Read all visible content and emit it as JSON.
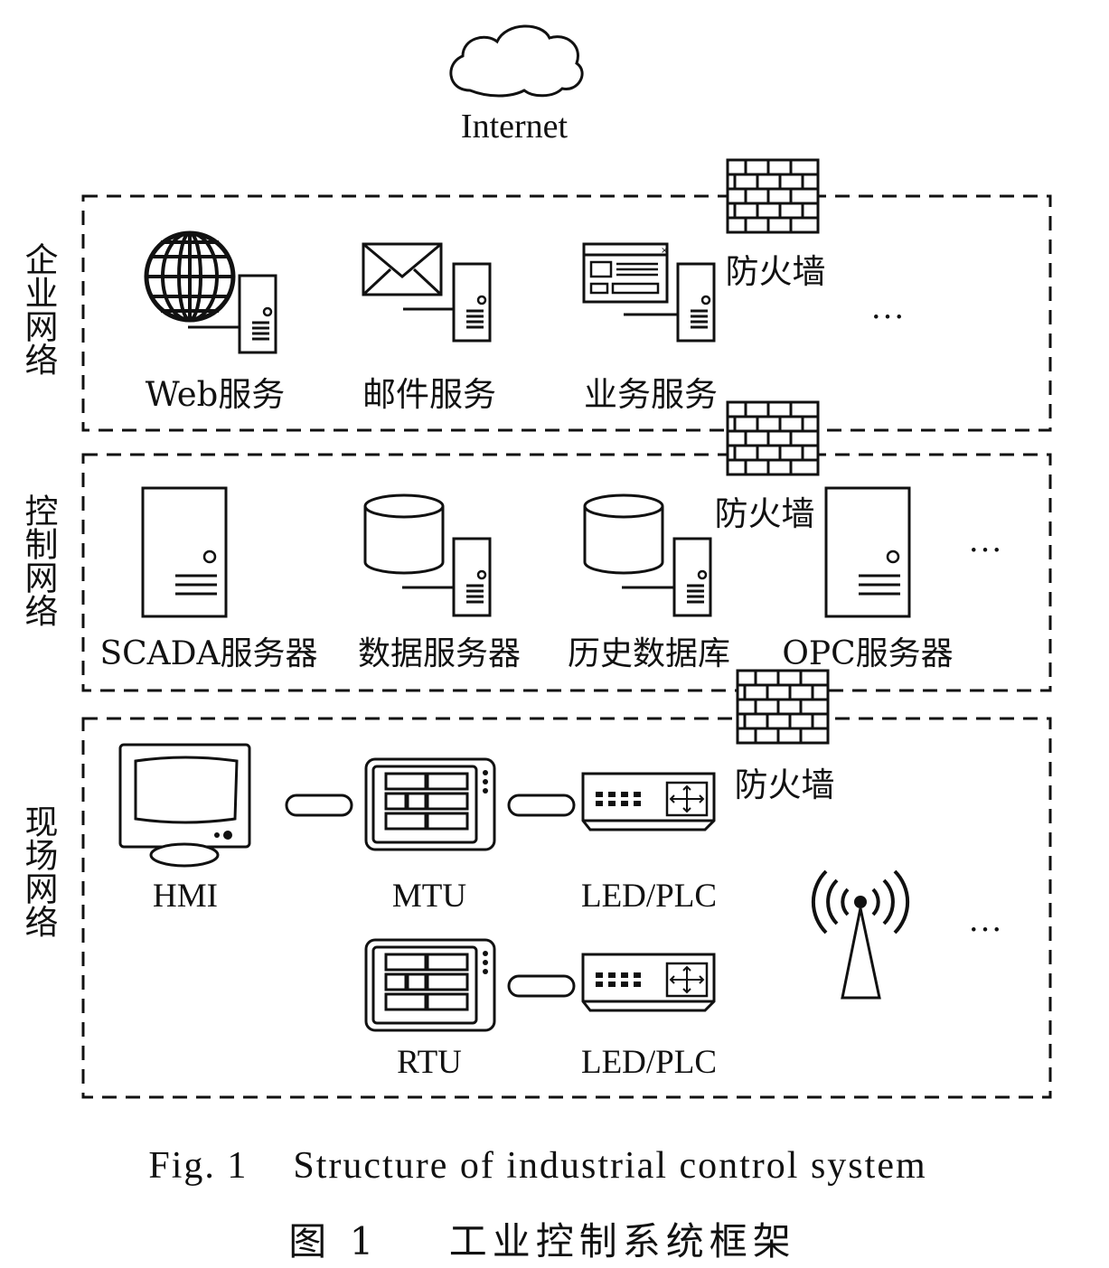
{
  "internet": "Internet",
  "zones": {
    "enterprise": "企业网络",
    "control": "控制网络",
    "field": "现场网络"
  },
  "firewall": "防火墙",
  "ellipsis": "…",
  "enterprise_items": [
    "Web服务",
    "邮件服务",
    "业务服务"
  ],
  "control_items": [
    "SCADA服务器",
    "数据服务器",
    "历史数据库",
    "OPC服务器"
  ],
  "field_items": {
    "hmi": "HMI",
    "mtu": "MTU",
    "led_plc_1": "LED/PLC",
    "rtu": "RTU",
    "led_plc_2": "LED/PLC"
  },
  "caption": {
    "en": "Fig. 1    Structure of industrial control system",
    "zh": "图 1    工业控制系统框架"
  }
}
